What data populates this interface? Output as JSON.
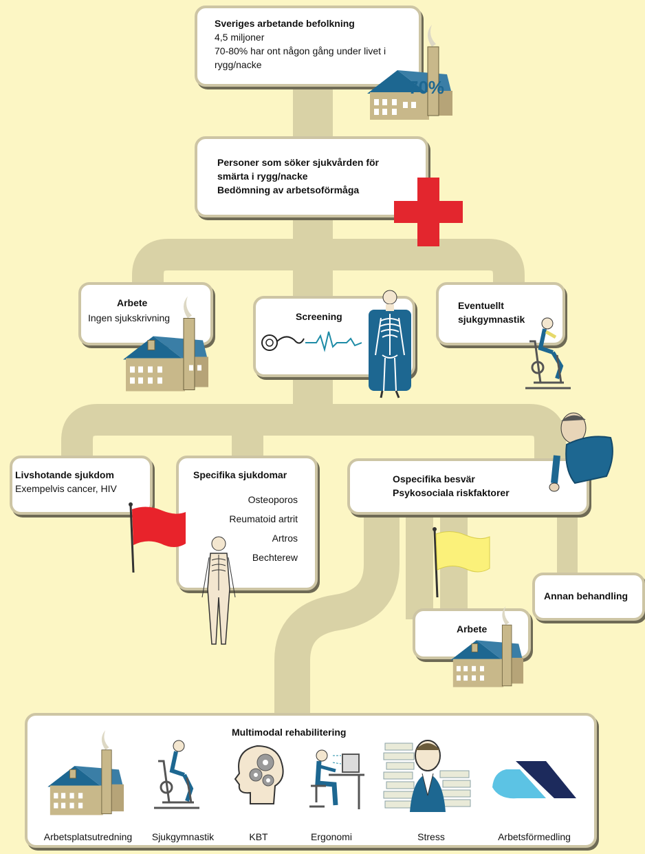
{
  "top": {
    "title": "Sveriges arbetande befolkning",
    "line1": "4,5 miljoner",
    "line2": "70-80% har ont någon gång under livet i",
    "line3": "rygg/nacke",
    "badge": "70%"
  },
  "care": {
    "line1": "Personer som söker sjukvården för",
    "line2": "smärta i rygg/nacke",
    "line3": "Bedömning av arbetsoförmåga"
  },
  "work1": {
    "title": "Arbete",
    "sub": "Ingen sjukskrivning"
  },
  "screening": {
    "title": "Screening"
  },
  "physio": {
    "line1": "Eventuellt",
    "line2": "sjukgymnastik"
  },
  "lifethreat": {
    "title": "Livshotande sjukdom",
    "sub": "Exempelvis cancer, HIV"
  },
  "specific": {
    "title": "Specifika sjukdomar",
    "items": [
      "Osteoporos",
      "Reumatoid artrit",
      "Artros",
      "Bechterew"
    ]
  },
  "unspecific": {
    "line1": "Ospecifika besvär",
    "line2": "Psykosociala riskfaktorer"
  },
  "other": {
    "title": "Annan behandling"
  },
  "work2": {
    "title": "Arbete"
  },
  "rehab": {
    "title": "Multimodal rehabilitering",
    "items": [
      "Arbetsplatsutredning",
      "Sjukgymnastik",
      "KBT",
      "Ergonomi",
      "Stress",
      "Arbetsförmedling"
    ]
  },
  "colors": {
    "background": "#fcf6c4",
    "path": "#d9d2a6",
    "red_cross": "#e3262e",
    "red_flag": "#e8232b",
    "yellow_flag": "#fbf17a",
    "blue": "#1d6791"
  }
}
